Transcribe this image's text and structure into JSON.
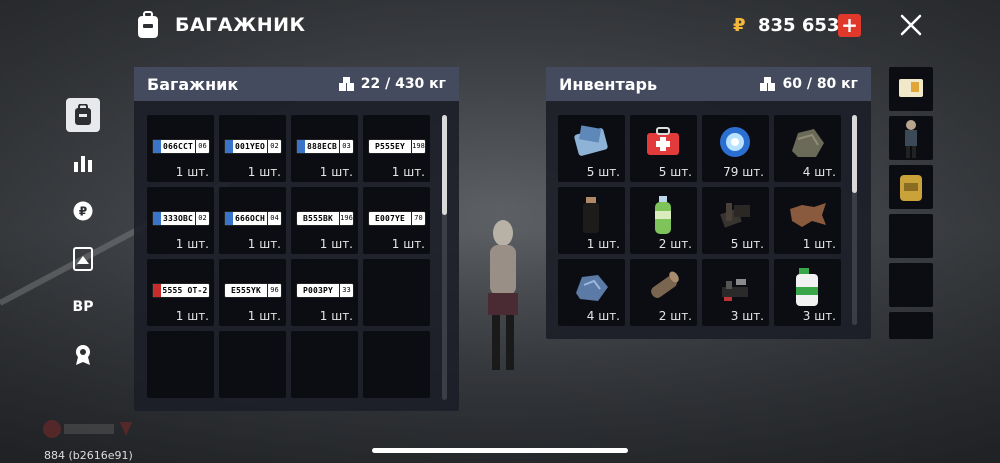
{
  "header": {
    "title": "БАГАЖНИК",
    "money_symbol": "₽",
    "money": "835 653",
    "plus": "+"
  },
  "sidebar": {
    "bp_label": "BP"
  },
  "trunk": {
    "title": "Багажник",
    "weight": "22 / 430 кг",
    "items": [
      {
        "plate": "066CCT",
        "region": "06",
        "count": "1 шт.",
        "flag": "blue"
      },
      {
        "plate": "001YEO",
        "region": "02",
        "count": "1 шт.",
        "flag": "blue"
      },
      {
        "plate": "888ECB",
        "region": "03",
        "count": "1 шт.",
        "flag": "blue"
      },
      {
        "plate": "P555EY",
        "region": "198",
        "count": "1 шт.",
        "flag": "none"
      },
      {
        "plate": "333OBC",
        "region": "02",
        "count": "1 шт.",
        "flag": "blue"
      },
      {
        "plate": "666OCH",
        "region": "04",
        "count": "1 шт.",
        "flag": "blue"
      },
      {
        "plate": "B555BK",
        "region": "196",
        "count": "1 шт.",
        "flag": "none"
      },
      {
        "plate": "E007YE",
        "region": "70",
        "count": "1 шт.",
        "flag": "none"
      },
      {
        "plate": "5555 OT-2",
        "region": "",
        "count": "1 шт.",
        "flag": "red"
      },
      {
        "plate": "E555YK",
        "region": "96",
        "count": "1 шт.",
        "flag": "none"
      },
      {
        "plate": "P003PY",
        "region": "33",
        "count": "1 шт.",
        "flag": "none"
      }
    ]
  },
  "inventory": {
    "title": "Инвентарь",
    "weight": "60 / 80 кг",
    "items": [
      {
        "icon": "cloth-icon",
        "count": "5 шт."
      },
      {
        "icon": "medkit-icon",
        "count": "5 шт."
      },
      {
        "icon": "crystal-orb-icon",
        "count": "79 шт."
      },
      {
        "icon": "stone-icon",
        "count": "4 шт."
      },
      {
        "icon": "bottle-icon",
        "count": "1 шт."
      },
      {
        "icon": "drink-bottle-icon",
        "count": "2 шт."
      },
      {
        "icon": "scrap-icon",
        "count": "5 шт."
      },
      {
        "icon": "leather-icon",
        "count": "1 шт."
      },
      {
        "icon": "ore-icon",
        "count": "4 шт."
      },
      {
        "icon": "wood-log-icon",
        "count": "2 шт."
      },
      {
        "icon": "tools-icon",
        "count": "3 шт."
      },
      {
        "icon": "canister-icon",
        "count": "3 шт."
      }
    ]
  },
  "right_slots": [
    "sim-card-icon",
    "character-icon",
    "backpack-icon",
    "",
    "",
    ""
  ],
  "footer": {
    "version": "884 (b2616e91)"
  },
  "colors": {
    "accent": "#e0392b",
    "money": "#f5b73a",
    "panel_header": "#454b5e",
    "cell": "#0c0d12"
  }
}
